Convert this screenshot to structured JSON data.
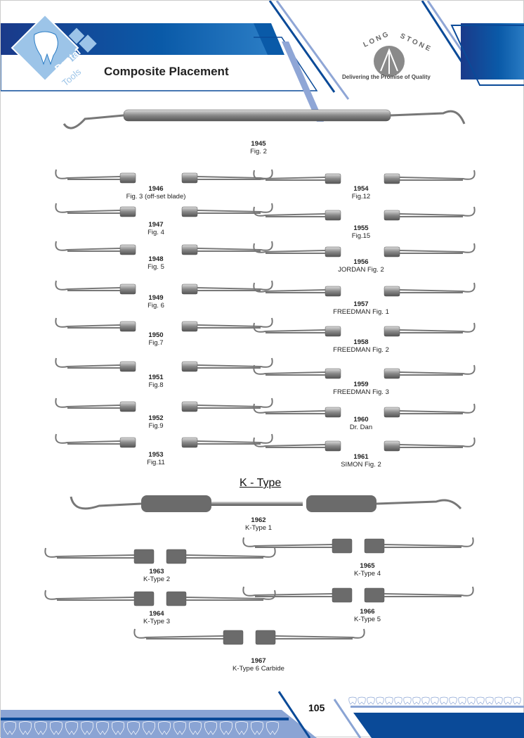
{
  "header": {
    "title": "Composite Placement",
    "logo_left": "Dental Tools",
    "logo_right": "LONG STONE",
    "tagline": "Delivering the Promise of Quality"
  },
  "section_heading": "K - Type",
  "page_number": "105",
  "items": [
    {
      "code": "1945",
      "desc": "Fig. 2"
    },
    {
      "code": "1946",
      "desc": "Fig. 3 (off-set blade)"
    },
    {
      "code": "1947",
      "desc": "Fig. 4"
    },
    {
      "code": "1948",
      "desc": "Fig. 5"
    },
    {
      "code": "1949",
      "desc": "Fig. 6"
    },
    {
      "code": "1950",
      "desc": "Fig.7"
    },
    {
      "code": "1951",
      "desc": "Fig.8"
    },
    {
      "code": "1952",
      "desc": "Fig.9"
    },
    {
      "code": "1953",
      "desc": "Fig.11"
    },
    {
      "code": "1954",
      "desc": "Fig.12"
    },
    {
      "code": "1955",
      "desc": "Fig.15"
    },
    {
      "code": "1956",
      "desc": "JORDAN Fig. 2"
    },
    {
      "code": "1957",
      "desc": "FREEDMAN Fig. 1"
    },
    {
      "code": "1958",
      "desc": "FREEDMAN Fig. 2"
    },
    {
      "code": "1959",
      "desc": "FREEDMAN Fig. 3"
    },
    {
      "code": "1960",
      "desc": "Dr. Dan"
    },
    {
      "code": "1961",
      "desc": "SIMON Fig. 2"
    },
    {
      "code": "1962",
      "desc": "K-Type 1"
    },
    {
      "code": "1963",
      "desc": "K-Type 2"
    },
    {
      "code": "1964",
      "desc": "K-Type 3"
    },
    {
      "code": "1965",
      "desc": "K-Type 4"
    },
    {
      "code": "1966",
      "desc": "K-Type 5"
    },
    {
      "code": "1967",
      "desc": "K-Type 6 Carbide"
    }
  ]
}
